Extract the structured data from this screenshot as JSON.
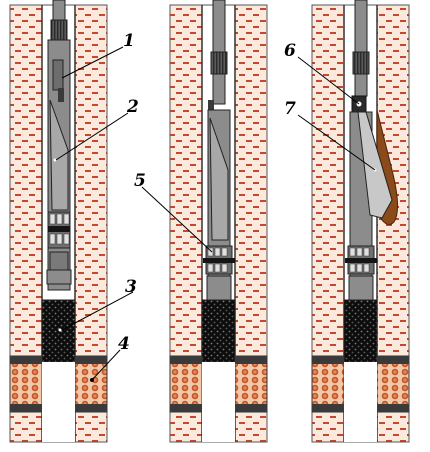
{
  "callouts": {
    "c1": "1",
    "c2": "2",
    "c3": "3",
    "c4": "4",
    "c5": "5",
    "c6": "6",
    "c7": "7"
  },
  "colors": {
    "formation_bg": "#fbe9dd",
    "formation_dash": "#c2482e",
    "well_bore": "#ffffff",
    "tool_body": "#8c8c8c",
    "tool_dark": "#3a3a3a",
    "packer_dark": "#151515",
    "brick": "#d46a3c",
    "cavity": "#8a4a1a",
    "cutter_blade": "#c8c8c8"
  },
  "stages": 3
}
